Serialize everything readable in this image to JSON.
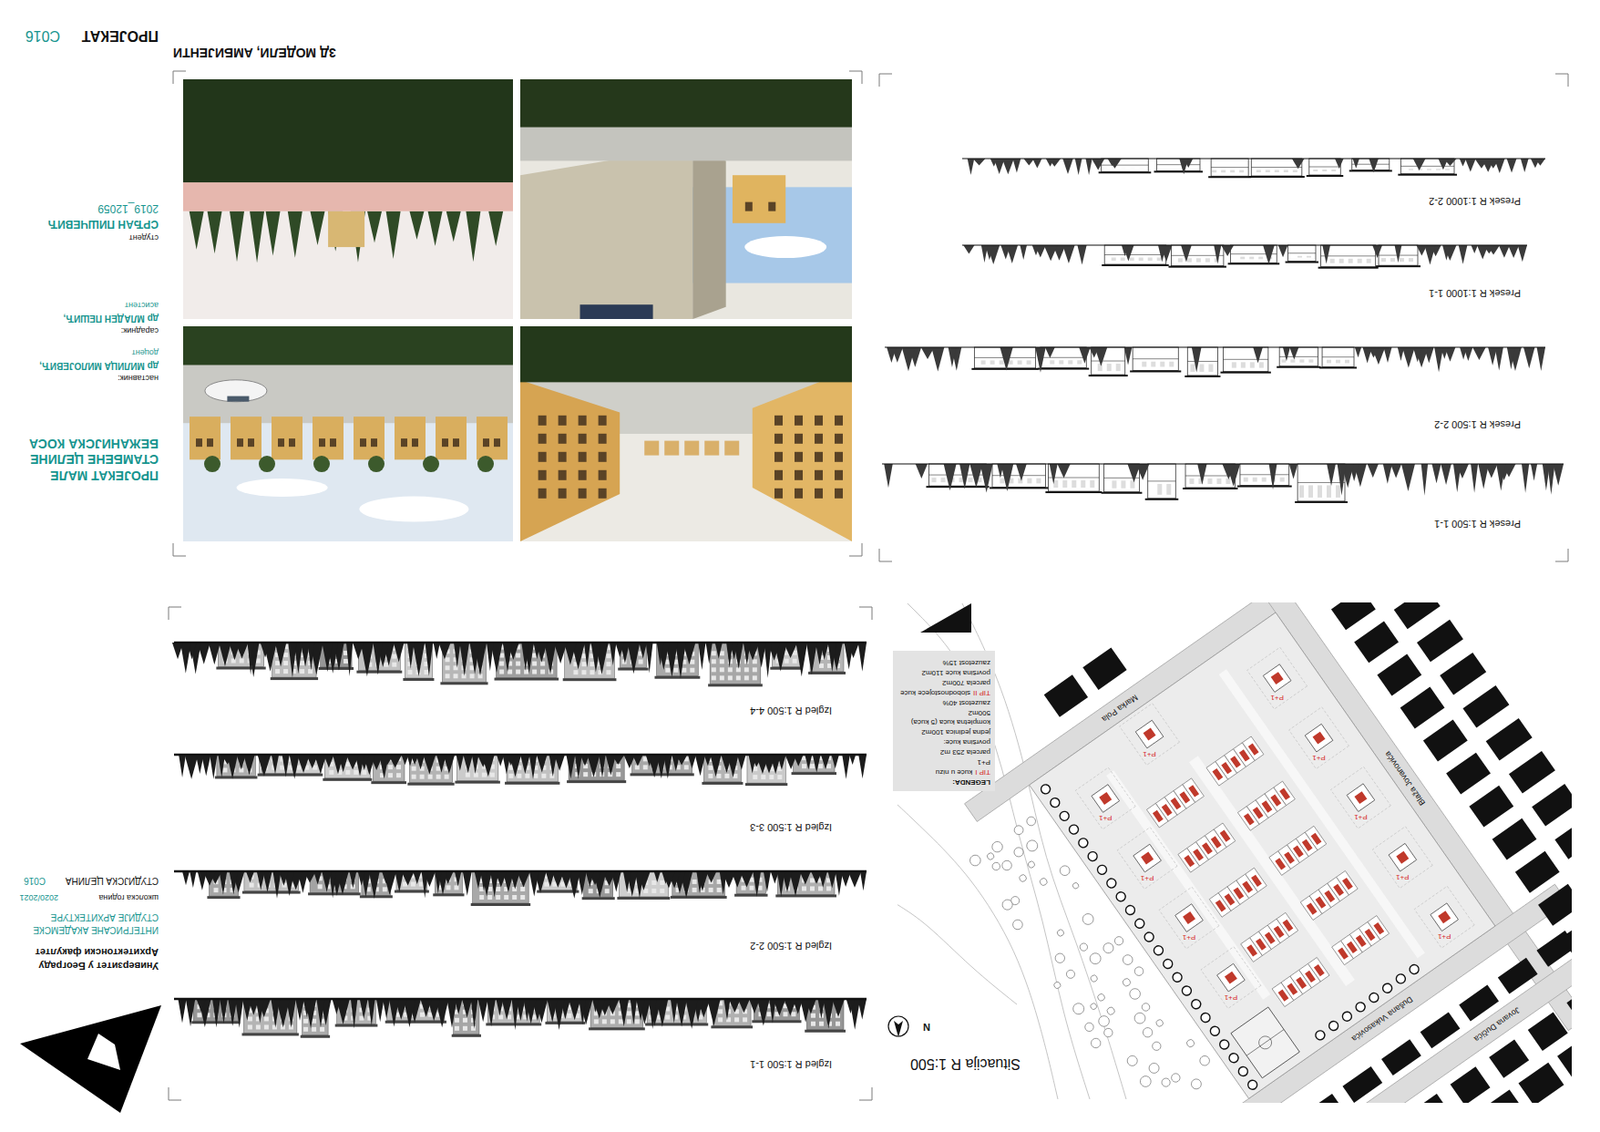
{
  "diagram": {
    "title": "ПРОЈЕКАТ МАЛЕ СТАМБЕНЕ ЦЕЛИНЕ БЕЖАНИЈСКА КОСА",
    "nodes": [
      {
        "text": [
          "LEGENDA:",
          "TIP I",
          "kuće u nizu",
          "P+1",
          "parcela 253 m2",
          "površina kuće:",
          "jedna jedinica 100m2",
          "kompletna kuća (5 kuća) 500m2",
          "zauzetost 40%",
          "TIP II",
          "slobodnostojeće kuće",
          "parcela 700m2",
          "površina kuće 110m2",
          "zauzetost 15%"
        ]
      }
    ],
    "labels": [
      "Универзитет у Београду",
      "Архитектонски факултет",
      "ИНТЕГРИСАНЕ АКАДЕМСКЕ",
      "СТУДИЈЕ АРХИТЕКТУРЕ",
      "школска година",
      "2020/2021",
      "СТУДИЈСКА ЦЕЛИНА",
      "C016",
      "наставник:",
      "др МИЛИЦА МИЛОЈЕВИЋ,",
      "доцент",
      "сарадник:",
      "др МЛАДЕН ПЕШИЋ,",
      "асистент",
      "студент",
      "СРЂАН ПИШЧЕВИЋ",
      "2019_12059",
      "3Д МОДЕЛИ, АМБИЈЕНТИ",
      "ПРОЈЕКАТ",
      "C016",
      "Situacija R 1:500",
      "N",
      "Marka Pola",
      "Dušana Vukasovića",
      "Blaža Jovanovića",
      "Jovana Dučića",
      "Izgled R 1:500 1-1",
      "Izgled R 1:500 2-2",
      "Izgled R 1:500 3-3",
      "Izgled R 1:500 4-4",
      "Presek R 1:500 1-1",
      "Presek R 1:500 2-2",
      "Presek R 1:1000 1-1",
      "Presek R 1:1000 2-2",
      "P+1",
      "P+1",
      "P+1",
      "P+1",
      "P+1",
      "P+1",
      "P+1",
      "P+1",
      "P+1",
      "P+1"
    ]
  }
}
